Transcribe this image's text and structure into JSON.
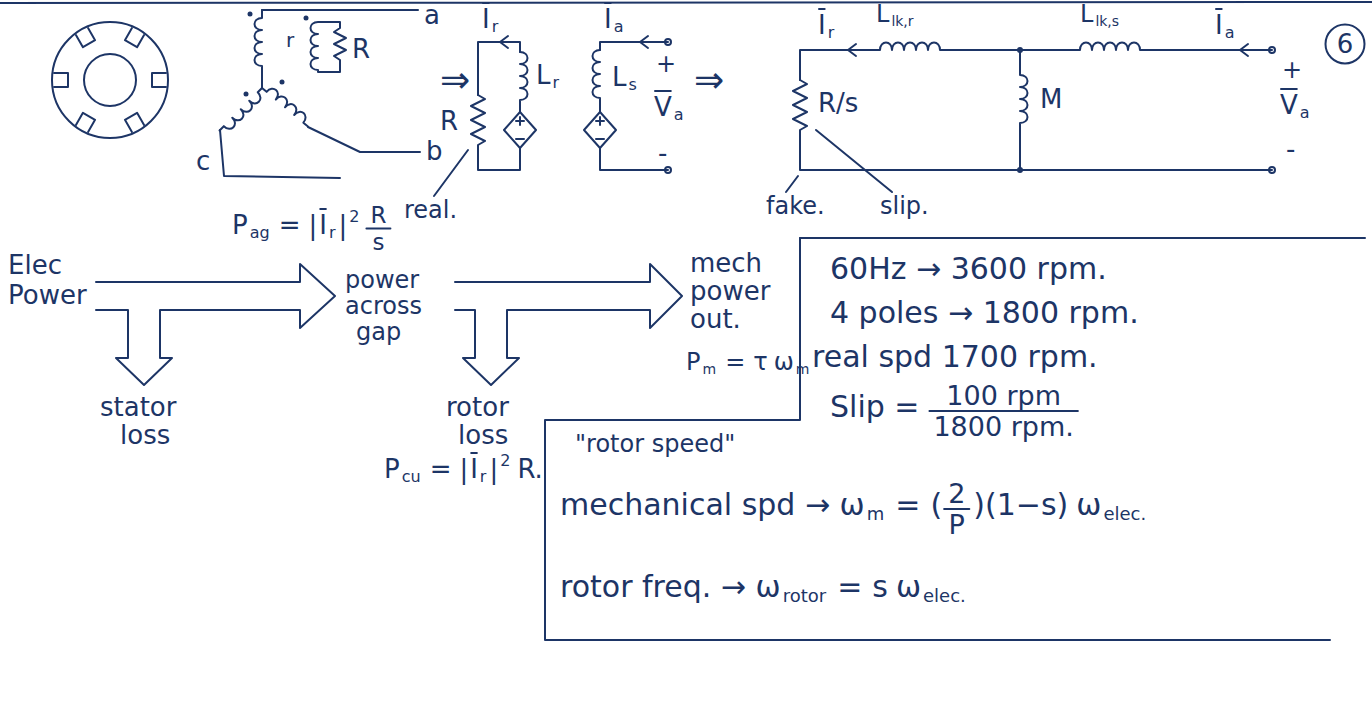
{
  "diagram": {
    "nodes": [
      {
        "text": [
          "6"
        ]
      }
    ],
    "labels": [
      "a",
      "r",
      "R",
      "b",
      "c",
      "⇒",
      "I",
      "r",
      "L",
      "r",
      "R",
      "real.",
      "I",
      "a",
      "L",
      "s",
      "+",
      "V",
      "a",
      "-",
      "⇒",
      "I",
      "r",
      "L",
      "lk,r",
      "L",
      "lk,s",
      "I",
      "a",
      "R/s",
      "M",
      "+",
      "V",
      "a",
      "-",
      "fake.",
      "slip.",
      "Elec",
      "Power",
      "P",
      "ag",
      "=",
      "|",
      "I",
      "r",
      "|",
      "2",
      "R",
      "s",
      "power",
      "across",
      "gap",
      "stator",
      "loss",
      "rotor",
      "loss",
      "P",
      "cu",
      "=",
      "|",
      "I",
      "r",
      "|",
      "2",
      "R.",
      "mech",
      "power",
      "out.",
      "P",
      "m",
      "=",
      "τ",
      "ω",
      "m",
      "60Hz → 3600 rpm.",
      "4 poles → 1800 rpm.",
      "real spd 1700 rpm.",
      "Slip =",
      "100 rpm",
      "1800 rpm.",
      "\"rotor speed\"",
      "mechanical spd → ω",
      "m",
      "=",
      "(",
      "2",
      "P",
      ")(1−s)",
      "ω",
      "elec.",
      "rotor freq. → ω",
      "rotor",
      "=",
      "s",
      "ω",
      "elec."
    ]
  }
}
